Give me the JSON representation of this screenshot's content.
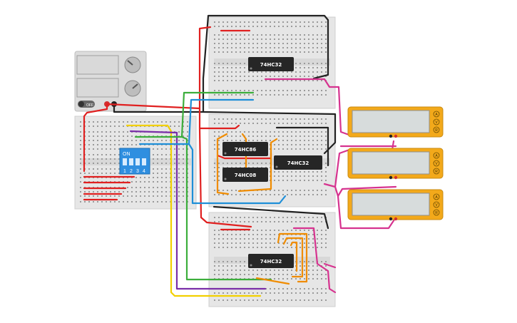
{
  "power_supply": {
    "switch_label": "OFF",
    "colors": {
      "body": "#dcdcdc",
      "display": "#d9d9d9",
      "knob": "#bdbdbd",
      "pos_terminal": "#d32f2f",
      "neg_terminal": "#222222"
    }
  },
  "dip_switch": {
    "on_label": "ON",
    "numbers": [
      "1",
      "2",
      "3",
      "4"
    ],
    "color": "#2f8fe0"
  },
  "chips": [
    {
      "label": "74HC32"
    },
    {
      "label": "74HC86"
    },
    {
      "label": "74HC08"
    },
    {
      "label": "74HC32"
    },
    {
      "label": "74HC32"
    }
  ],
  "multimeters": [
    {
      "buttons": [
        "A",
        "V",
        "R"
      ]
    },
    {
      "buttons": [
        "A",
        "V",
        "R"
      ]
    },
    {
      "buttons": [
        "A",
        "V",
        "R"
      ]
    }
  ],
  "wire_colors": {
    "red": "#e02020",
    "black": "#222222",
    "yellow": "#f2d000",
    "purple": "#7a2fa8",
    "green": "#3cae3c",
    "blue": "#1f8fd8",
    "orange": "#f08c00",
    "magenta": "#d6338f"
  },
  "breadboard_color": "#e8e8e8",
  "multimeter_color": "#f3a91a"
}
